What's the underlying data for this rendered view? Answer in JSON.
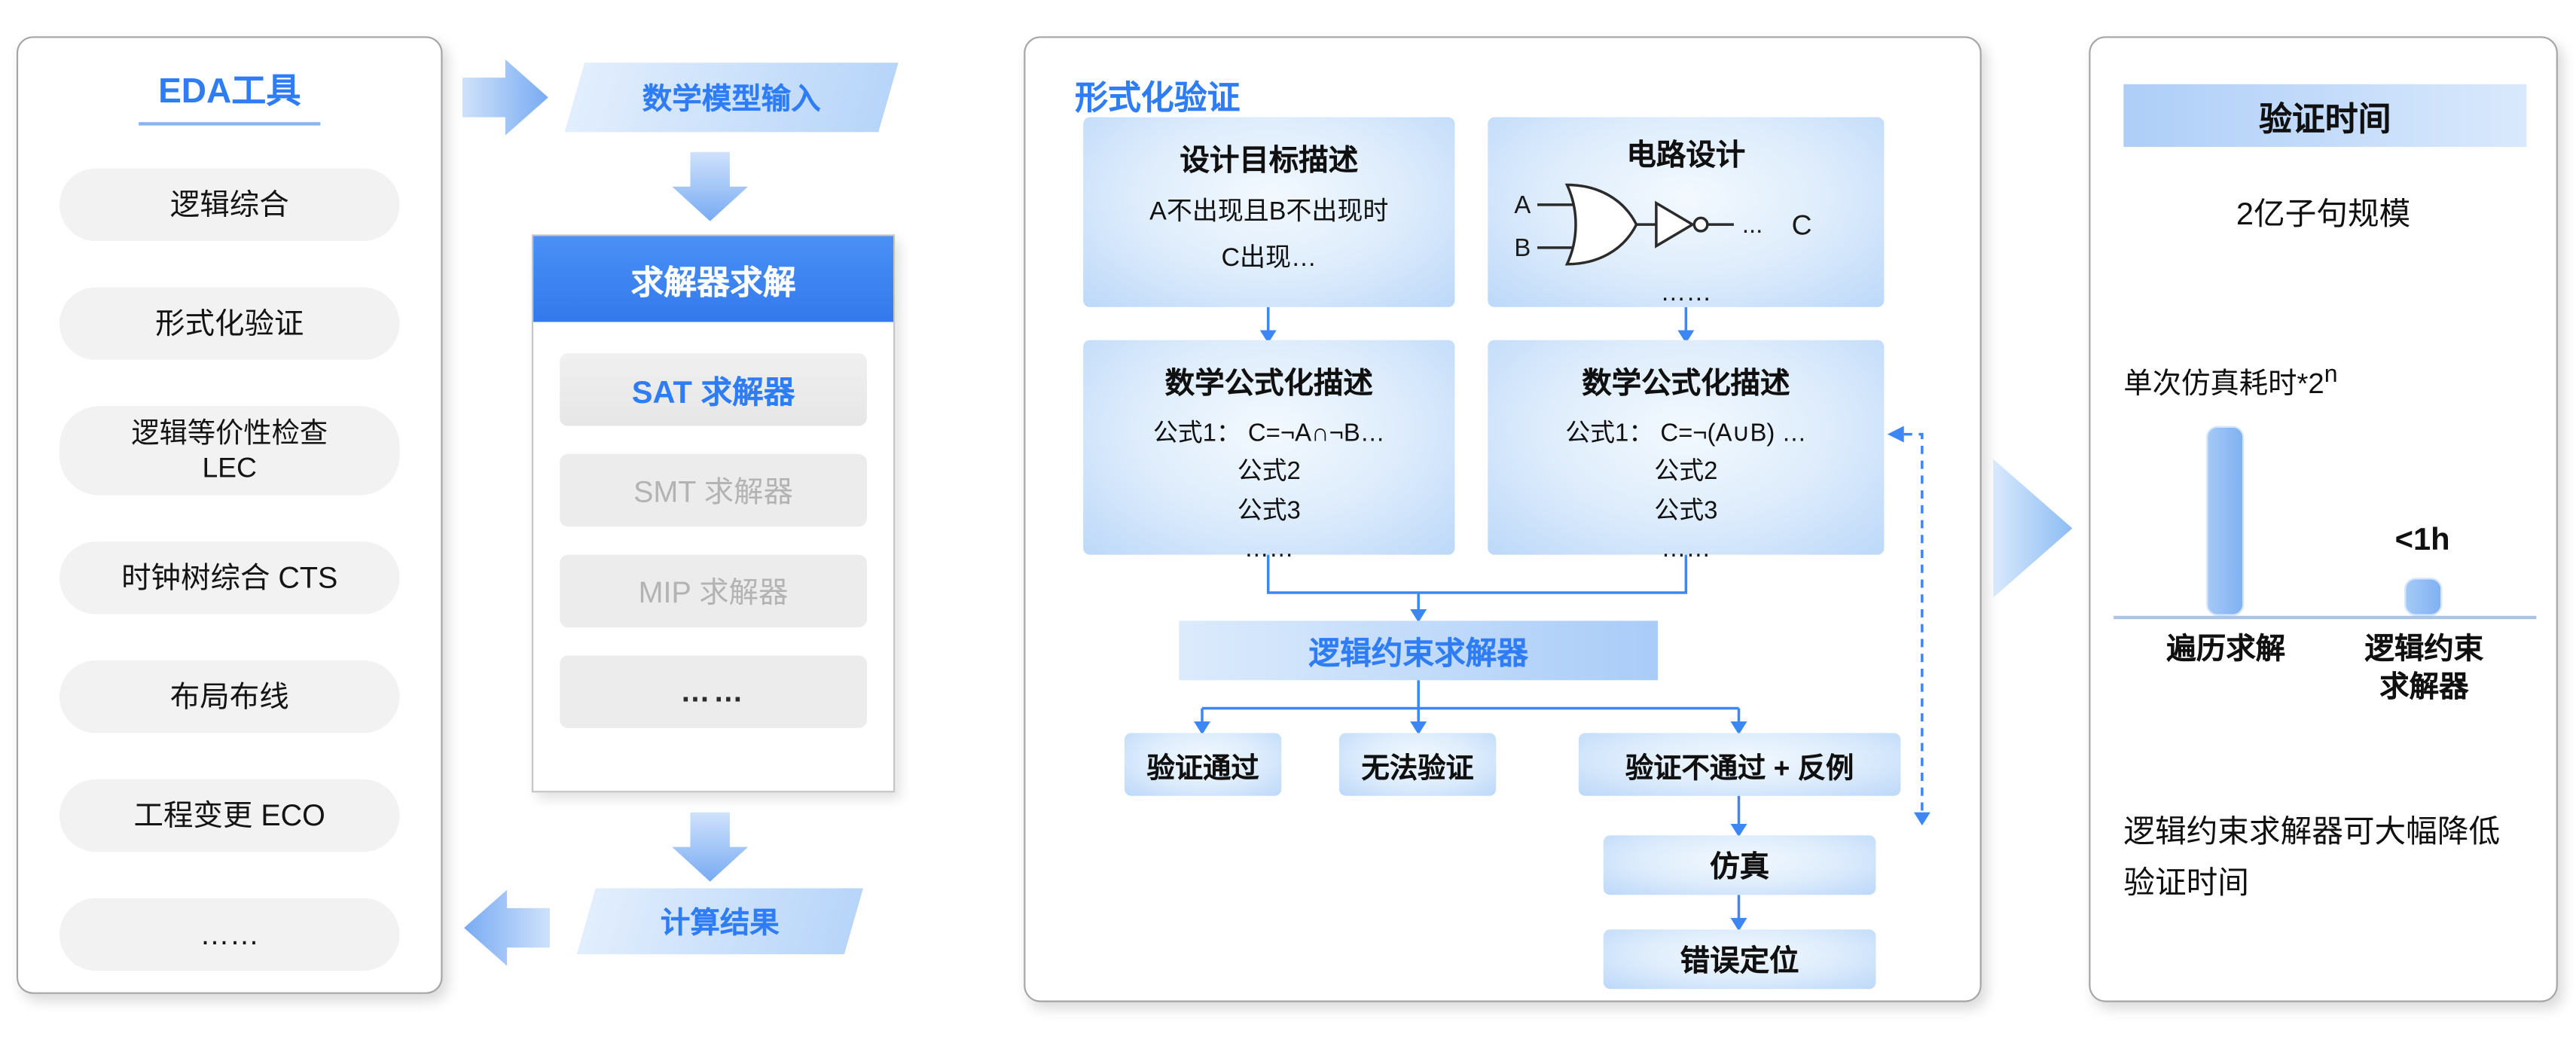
{
  "colors": {
    "accent": "#2F7DF6",
    "header_blue": "#3D87F5",
    "light_blue": "#BDD9F9",
    "inactive_gray": "#B3B3B3"
  },
  "left_panel": {
    "title": "EDA工具",
    "items": [
      "逻辑综合",
      "形式化验证",
      "逻辑等价性检查\nLEC",
      "时钟树综合 CTS",
      "布局布线",
      "工程变更 ECO",
      "……"
    ]
  },
  "flow": {
    "input_label": "数学模型输入",
    "solver_box_title": "求解器求解",
    "solvers": [
      "SAT 求解器",
      "SMT 求解器",
      "MIP 求解器",
      "……"
    ],
    "output_label": "计算结果"
  },
  "center_panel": {
    "title": "形式化验证",
    "design_goal": {
      "title": "设计目标描述",
      "line1": "A不出现且B不出现时",
      "line2": "C出现…"
    },
    "circuit": {
      "title": "电路设计",
      "input_a": "A",
      "input_b": "B",
      "dots": "...",
      "output": "C",
      "footer": "……"
    },
    "formula_left": {
      "title": "数学公式化描述",
      "lines": [
        "公式1： C=¬A∩¬B…",
        "公式2",
        "公式3",
        "……"
      ]
    },
    "formula_right": {
      "title": "数学公式化描述",
      "lines": [
        "公式1： C=¬(A∪B) …",
        "公式2",
        "公式3",
        "……"
      ]
    },
    "solver_bar": "逻辑约束求解器",
    "outcome_pass": "验证通过",
    "outcome_unknown": "无法验证",
    "outcome_fail": "验证不通过 + 反例",
    "simulation": "仿真",
    "error_location": "错误定位"
  },
  "right_panel": {
    "title": "验证时间",
    "scale_label": "2亿子句规模",
    "tall_bar_label": "单次仿真耗时*2",
    "tall_bar_label_sup": "n",
    "short_bar_value": "<1h",
    "x_label_1": "遍历求解",
    "x_label_2": "逻辑约束\n求解器",
    "footer": "逻辑约束求解器可大幅降低\n验证时间"
  },
  "chart_data": {
    "type": "bar",
    "title": "验证时间",
    "subtitle": "2亿子句规模",
    "categories": [
      "遍历求解",
      "逻辑约束求解器"
    ],
    "values": [
      {
        "label": "单次仿真耗时*2^n",
        "relative_height": 1.0
      },
      {
        "label": "<1h",
        "relative_height": 0.19
      }
    ],
    "legend": false,
    "annotations": [
      "逻辑约束求解器可大幅降低验证时间"
    ]
  }
}
